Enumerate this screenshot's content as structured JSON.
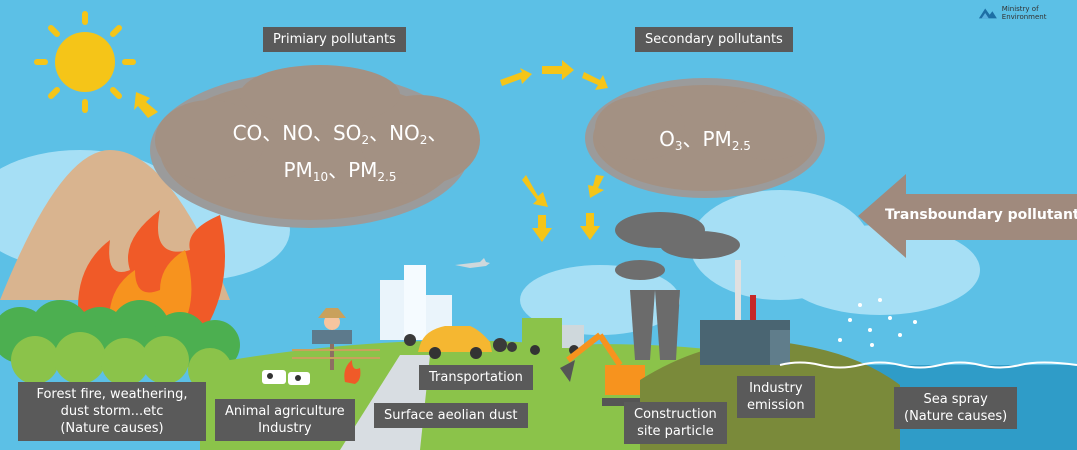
{
  "logo": {
    "text": "Ministry of Environment"
  },
  "primary": {
    "title": "Primiary pollutants",
    "line1": {
      "a": "CO、NO、SO",
      "a_sub": "2",
      "b": "、NO",
      "b_sub": "2",
      "c": "、"
    },
    "line2": {
      "a": "PM",
      "a_sub": "10",
      "b": "、PM",
      "b_sub": "2.5"
    }
  },
  "secondary": {
    "title": "Secondary pollutants",
    "line1": {
      "a": "O",
      "a_sub": "3",
      "b": "、PM",
      "b_sub": "2.5"
    }
  },
  "transboundary": {
    "label": "Transboundary pollutants"
  },
  "sources": {
    "forest": {
      "line1": "Forest fire, weathering,",
      "line2": "dust storm...etc",
      "line3": "(Nature causes)"
    },
    "agriculture": {
      "line1": "Animal agriculture",
      "line2": "Industry"
    },
    "dust": "Surface aeolian dust",
    "transport": "Transportation",
    "construction": {
      "line1": "Construction",
      "line2": "site particle"
    },
    "industry": {
      "line1": "Industry",
      "line2": "emission"
    },
    "seaspray": {
      "line1": "Sea spray",
      "line2": "(Nature causes)"
    }
  },
  "colors": {
    "sky": "#5cc0e6",
    "cloud": "#a39183",
    "cloud_outline": "#9b9b9b",
    "arrow": "#f5c518",
    "label_bg": "#5a5a5a",
    "transboundary_arrow": "#a08a7d",
    "sun": "#f5c518",
    "sea": "#2f9cc8",
    "grass": "#8bc34a"
  }
}
